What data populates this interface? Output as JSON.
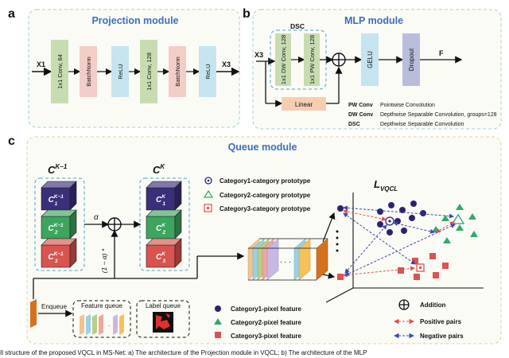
{
  "panels": {
    "a": "a",
    "b": "b",
    "c": "c"
  },
  "projection": {
    "title": "Projection module",
    "input": "X1",
    "output": "X3",
    "blocks": [
      "1x1 Conv, 64",
      "BatchNorm",
      "ReLU",
      "1x1 Conv, 128",
      "BatchNorm",
      "ReLU"
    ]
  },
  "mlp": {
    "title": "MLP module",
    "input": "X3",
    "dsc_label": "DSC",
    "dw_conv": "1x1 DW Conv, 128",
    "pw_conv": "1x1 PW Conv, 128",
    "gelu": "GELU",
    "dropout": "Dropout",
    "output": "F",
    "linear": "Linear",
    "legend": [
      {
        "abbr": "PW Conv",
        "desc": "Pointwise Convolution"
      },
      {
        "abbr": "DW Conv",
        "desc": "Depthwise Separable Convolution,  groups=128"
      },
      {
        "abbr": "DSC",
        "desc": "Depthwise Separable Convolution"
      }
    ]
  },
  "queue": {
    "title": "Queue module",
    "ck_minus_1_title": "C",
    "ck_minus_1_sup": "K−1",
    "ck_title": "C",
    "ck_sup": "K",
    "alpha": "α",
    "one_minus_alpha": "(1 − α) *",
    "old_cubes": [
      {
        "base": "C",
        "sub": "1",
        "sup": "K−1",
        "color": "#3a2f7a"
      },
      {
        "base": "C",
        "sub": "2",
        "sup": "K−1",
        "color": "#3da55d"
      },
      {
        "base": "C",
        "sub": "3",
        "sup": "K−1",
        "color": "#d9534f"
      }
    ],
    "new_cubes": [
      {
        "base": "C",
        "sub": "1",
        "sup": "K",
        "color": "#3a2f7a"
      },
      {
        "base": "C",
        "sub": "2",
        "sup": "K",
        "color": "#3da55d"
      },
      {
        "base": "C",
        "sub": "3",
        "sup": "K",
        "color": "#d9534f"
      }
    ],
    "prototype_legend": [
      {
        "label": "Category1-category prototype",
        "color": "#2a2370"
      },
      {
        "label": "Category2-category prototype",
        "color": "#2eaa6a"
      },
      {
        "label": "Category3-category prototype",
        "color": "#e05050"
      }
    ],
    "loss_base": "L",
    "loss_sub": "VQCL",
    "enqueue": "Enqueue",
    "feature_queue": "Feature queue",
    "label_queue": "Label queue",
    "pixel_legend": [
      {
        "label": "Category1-pixel feature",
        "color": "#2a2370",
        "shape": "circle"
      },
      {
        "label": "Category2-pixel feature",
        "color": "#2eaa6a",
        "shape": "triangle"
      },
      {
        "label": "Category3-pixel feature",
        "color": "#e05050",
        "shape": "square"
      }
    ],
    "op_legend": [
      {
        "label": "Addition",
        "symbol": "addition"
      },
      {
        "label": "Positive pairs",
        "symbol": "positive"
      },
      {
        "label": "Negative pairs",
        "symbol": "negative"
      }
    ]
  },
  "caption": "Il structure of the proposed VQCL in MS-Net: a) The architecture of the Projection module in VQCL; b) The architecture of the MLP"
}
